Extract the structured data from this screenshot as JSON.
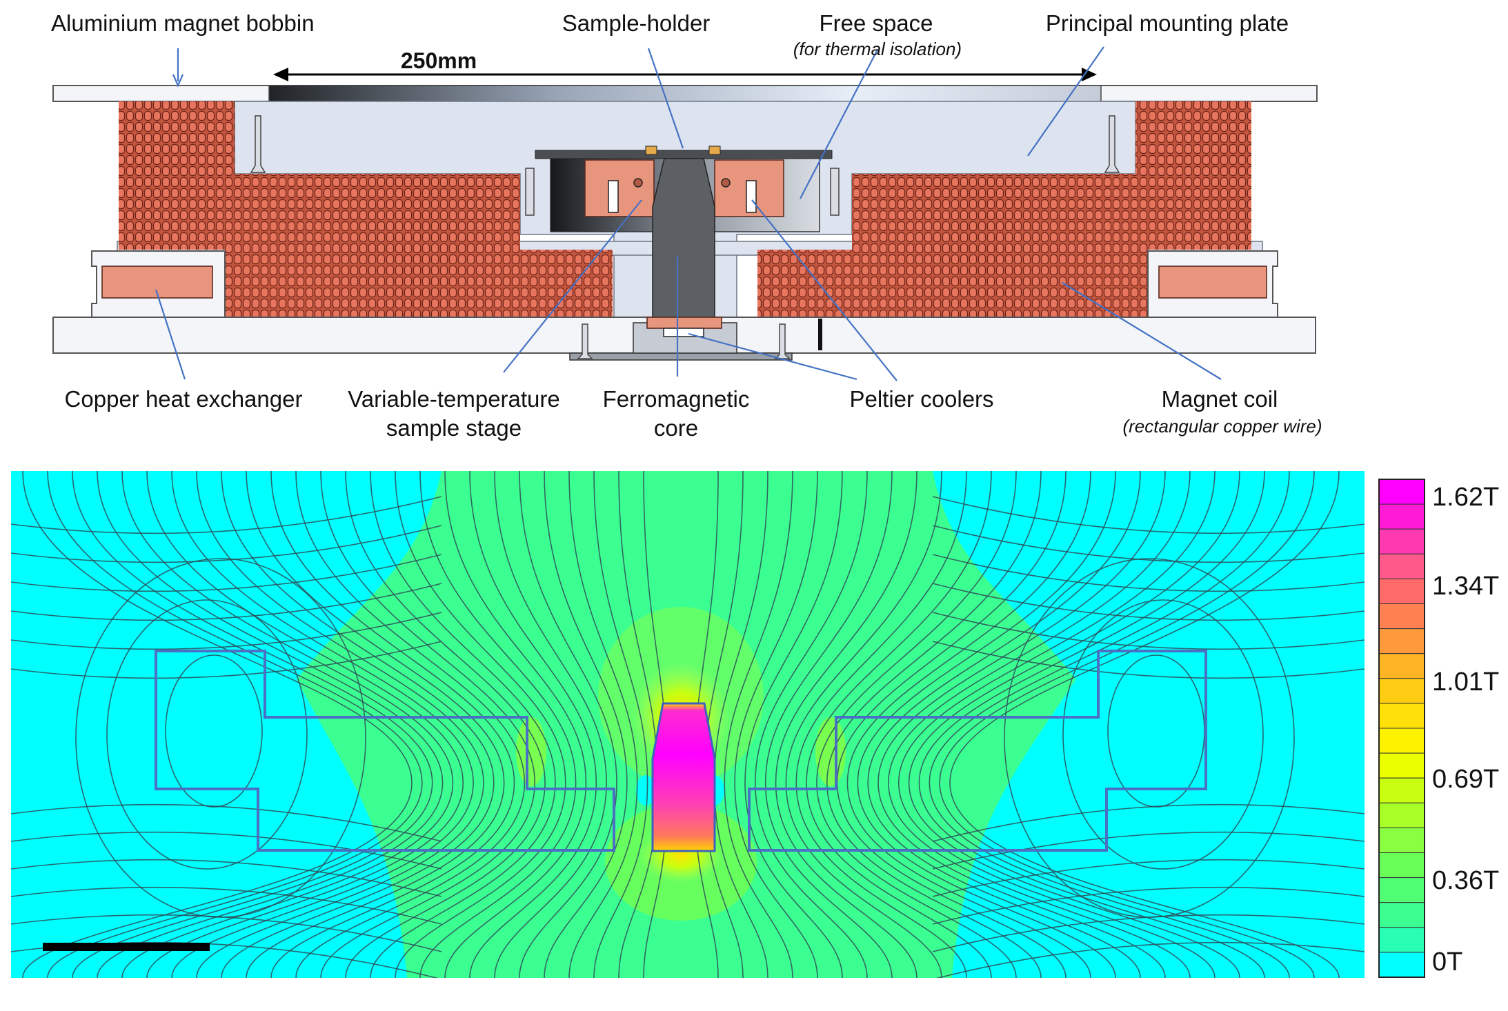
{
  "labels": {
    "bobbin": "Aluminium magnet bobbin",
    "sample_holder": "Sample-holder",
    "free_space": "Free space",
    "free_space_note": "(for thermal isolation)",
    "mounting_plate": "Principal mounting plate",
    "dimension": "250mm",
    "heat_exchanger": "Copper heat exchanger",
    "sample_stage_line1": "Variable-temperature",
    "sample_stage_line2": "sample stage",
    "core_line1": "Ferromagnetic",
    "core_line2": "core",
    "peltier": "Peltier coolers",
    "coil": "Magnet coil",
    "coil_note": "(rectangular copper wire)"
  },
  "colorbar": {
    "ticks": [
      "1.62T",
      "1.34T",
      "1.01T",
      "0.69T",
      "0.36T",
      "0T"
    ],
    "colors": [
      "#ff00ff",
      "#ff1ad6",
      "#ff3ab0",
      "#ff5a8a",
      "#ff6a6a",
      "#ff8050",
      "#ff9a3c",
      "#ffb426",
      "#ffcc14",
      "#ffe008",
      "#fff200",
      "#eaff00",
      "#c8ff10",
      "#a8ff28",
      "#88ff40",
      "#6aff58",
      "#50ff74",
      "#3cff92",
      "#28ffb4",
      "#00ffff"
    ]
  },
  "colors": {
    "copper": "#e8957e",
    "aluminium": "#dde4f0",
    "field_low": "#00ffff",
    "field_mid": "#3cff92",
    "field_high": "#ff00ff",
    "outline": "#4a6fc4"
  }
}
